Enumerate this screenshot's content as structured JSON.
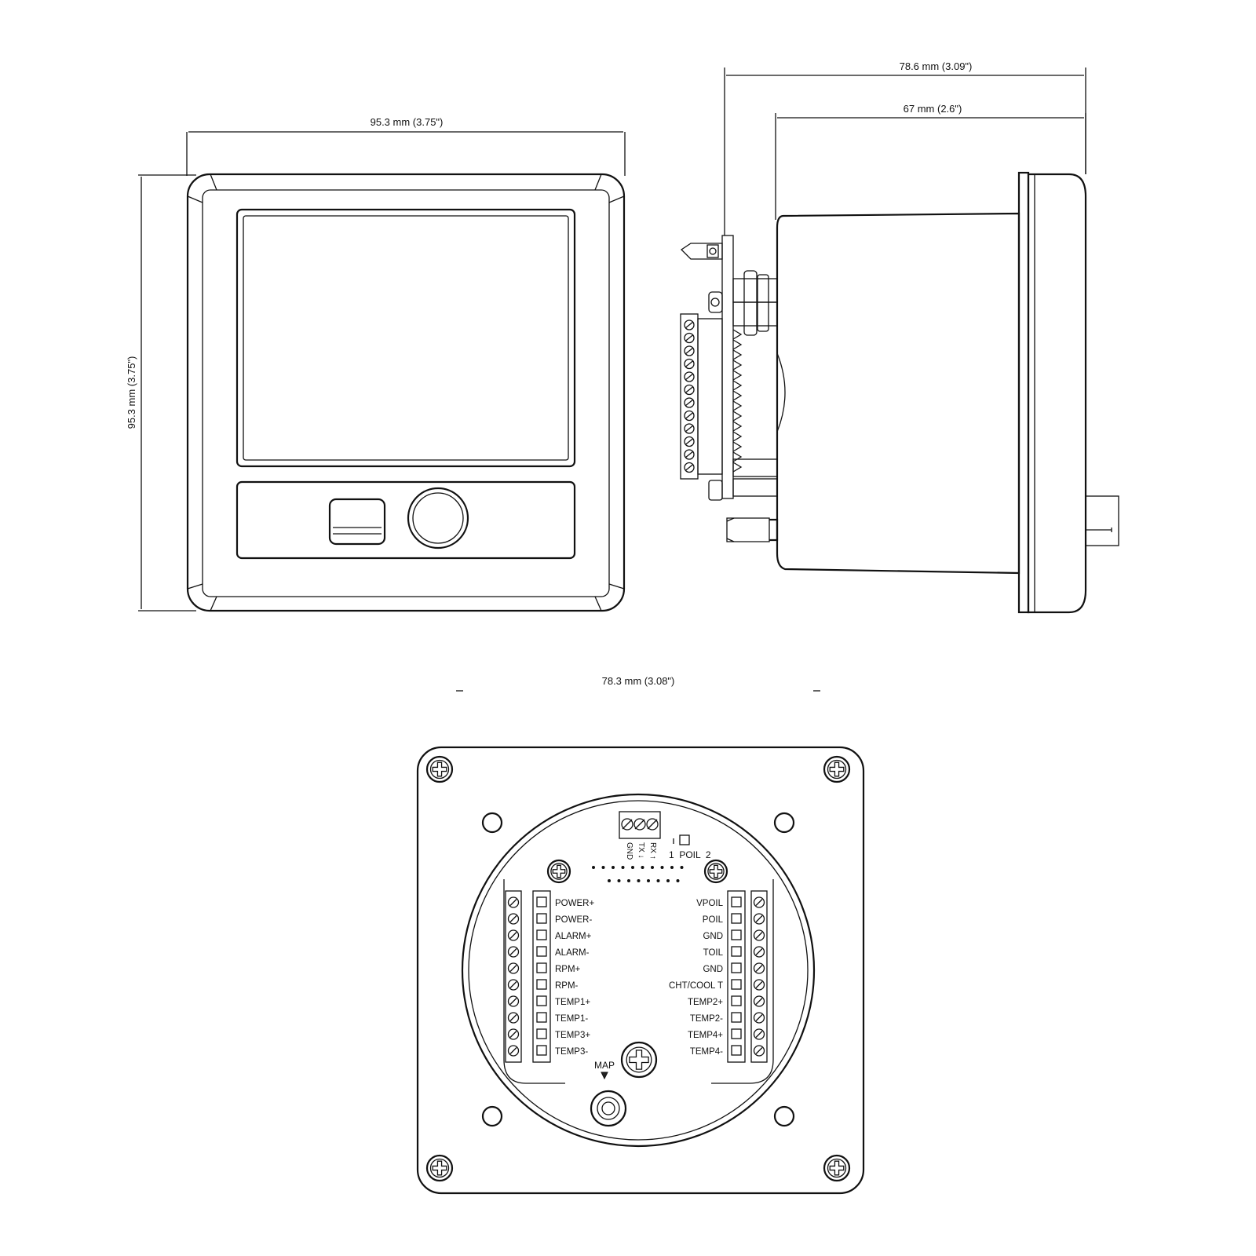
{
  "dimensions": {
    "front_width": "95.3 mm (3.75\")",
    "front_height": "95.3 mm (3.75\")",
    "side_total_depth": "78.6 mm (3.09\")",
    "side_body_depth": "67 mm (2.6\")",
    "rear_width": "78.3 mm (3.08\")"
  },
  "serial_port": {
    "pins": [
      "GND",
      "TX ↓",
      "RX ↑"
    ],
    "poil_label": "1  POIL  2"
  },
  "left_terminals": [
    "POWER+",
    "POWER-",
    "ALARM+",
    "ALARM-",
    "RPM+",
    "RPM-",
    "TEMP1+",
    "TEMP1-",
    "TEMP3+",
    "TEMP3-"
  ],
  "right_terminals": [
    "VPOIL",
    "POIL",
    "GND",
    "TOIL",
    "GND",
    "CHT/COOL T",
    "TEMP2+",
    "TEMP2-",
    "TEMP4+",
    "TEMP4-"
  ],
  "map_label": "MAP"
}
